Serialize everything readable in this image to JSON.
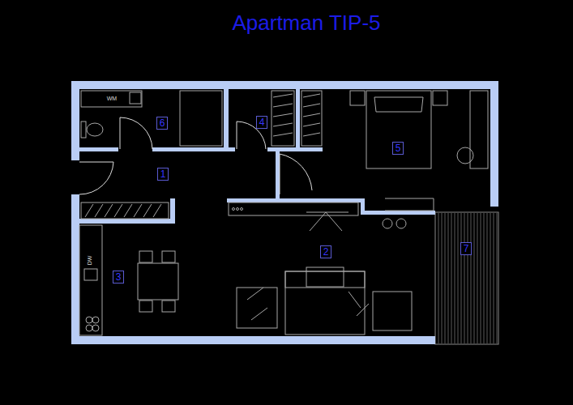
{
  "diagram": {
    "title": "Apartman TIP-5",
    "nodes": [
      {
        "text": [
          "6"
        ]
      },
      {
        "text": [
          "4"
        ]
      },
      {
        "text": [
          "5"
        ]
      },
      {
        "text": [
          "1"
        ]
      },
      {
        "text": [
          "2"
        ]
      },
      {
        "text": [
          "3"
        ]
      },
      {
        "text": [
          "7"
        ]
      }
    ],
    "labels": [
      "WM",
      "DW"
    ]
  }
}
